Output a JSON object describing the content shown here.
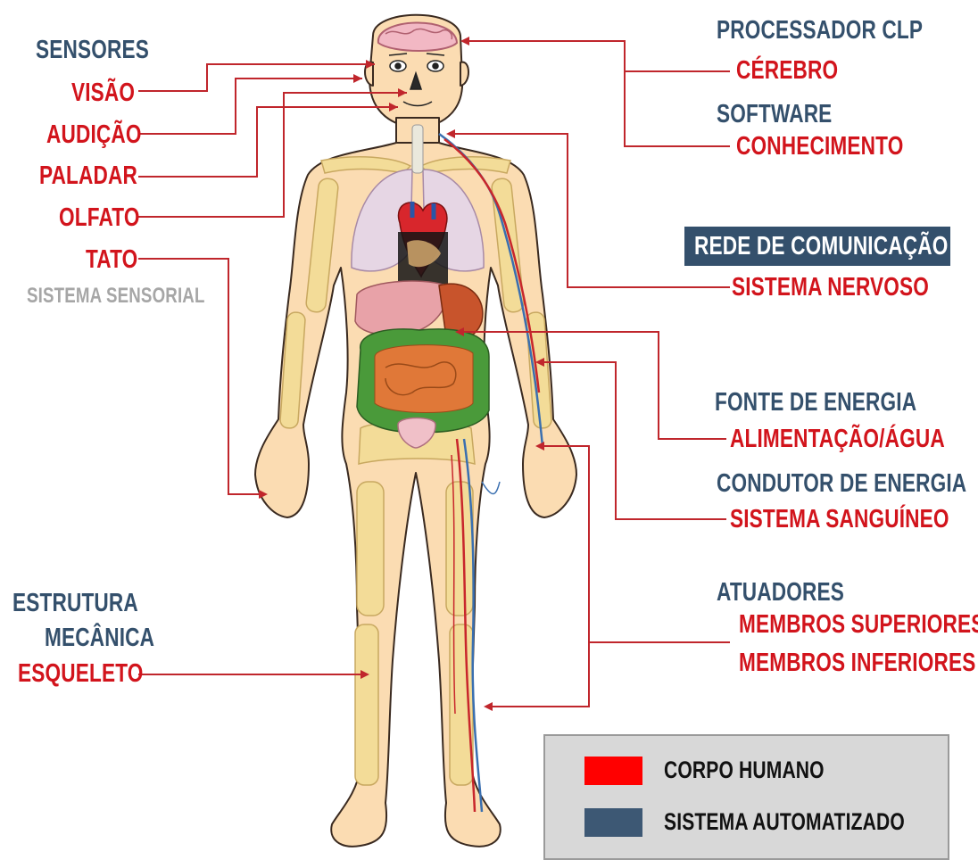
{
  "labels": {
    "sensores": "SENSORES",
    "visao": "VISÃO",
    "audicao": "AUDIÇÃO",
    "paladar": "PALADAR",
    "olfato": "OLFATO",
    "tato": "TATO",
    "sistema_sensorial": "SISTEMA SENSORIAL",
    "estrutura": "ESTRUTURA",
    "mecanica": "MECÂNICA",
    "esqueleto": "ESQUELETO",
    "processador": "PROCESSADOR CLP",
    "cerebro": "CÉREBRO",
    "software": "SOFTWARE",
    "conhecimento": "CONHECIMENTO",
    "rede": "REDE DE COMUNICAÇÃO",
    "sistema_nervoso": "SISTEMA NERVOSO",
    "fonte_energia": "FONTE DE ENERGIA",
    "alimentacao": "ALIMENTAÇÃO/ÁGUA",
    "condutor_energia": "CONDUTOR DE ENERGIA",
    "sistema_sanguineo": "SISTEMA SANGUÍNEO",
    "atuadores": "ATUADORES",
    "membros_superiores": "MEMBROS SUPERIORES",
    "membros_inferiores": "MEMBROS INFERIORES"
  },
  "legend": {
    "items": [
      {
        "label": "CORPO HUMANO",
        "color": "#ff0000"
      },
      {
        "label": "SISTEMA AUTOMATIZADO",
        "color": "#3d5874"
      }
    ]
  },
  "colors": {
    "human_body_text": "#d2141c",
    "automated_system_text": "#34506c",
    "sensory_text": "#a6a6a6",
    "connector_line": "#c0262c",
    "skin": "#fbdcb2",
    "bone": "#f3dc98"
  }
}
